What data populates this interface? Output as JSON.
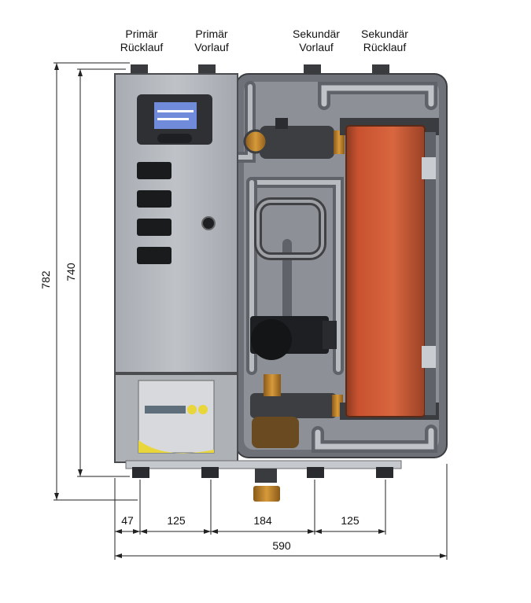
{
  "labels": {
    "primaer_ruecklauf": [
      "Primär",
      "Rücklauf"
    ],
    "primaer_vorlauf": [
      "Primär",
      "Vorlauf"
    ],
    "sekundaer_vorlauf": [
      "Sekundär",
      "Vorlauf"
    ],
    "sekundaer_ruecklauf": [
      "Sekundär",
      "Rücklauf"
    ]
  },
  "dimensions": {
    "height_total": "782",
    "height_body": "740",
    "d1": "47",
    "d2": "125",
    "d3": "184",
    "d4": "125",
    "width_total": "590"
  },
  "colors": {
    "housing": "#9da0a6",
    "panel": "#b7bbc1",
    "heat_exchanger": "#c8522f",
    "pipe": "#7a7d84",
    "dark": "#2a2b2e"
  }
}
